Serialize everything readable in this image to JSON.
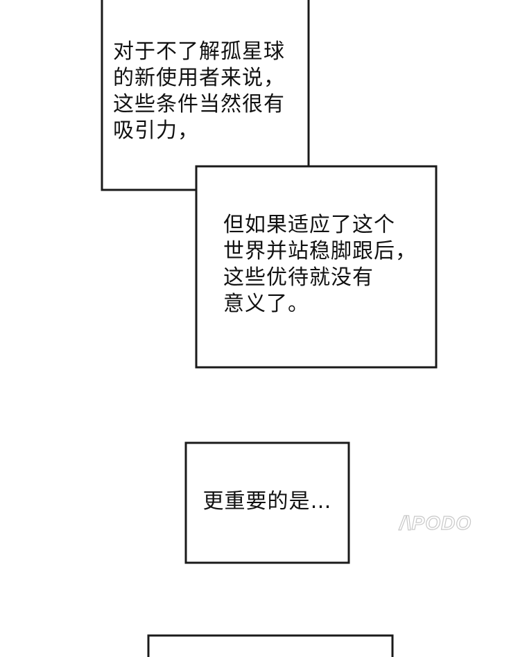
{
  "panels": [
    {
      "lines": [
        "对于不了解孤星球",
        "的新使用者来说，",
        "这些条件当然很有",
        "吸引力，"
      ]
    },
    {
      "lines": [
        "但如果适应了这个",
        "世界并站稳脚跟后，",
        "这些优待就没有",
        "意义了。"
      ]
    },
    {
      "lines": [
        "更重要的是…"
      ]
    }
  ],
  "watermark": {
    "text": "/\\PODO"
  },
  "colors": {
    "background": "#ffffff",
    "border": "#1a1a1a",
    "text": "#111111",
    "watermark": "#c8c8c8"
  }
}
